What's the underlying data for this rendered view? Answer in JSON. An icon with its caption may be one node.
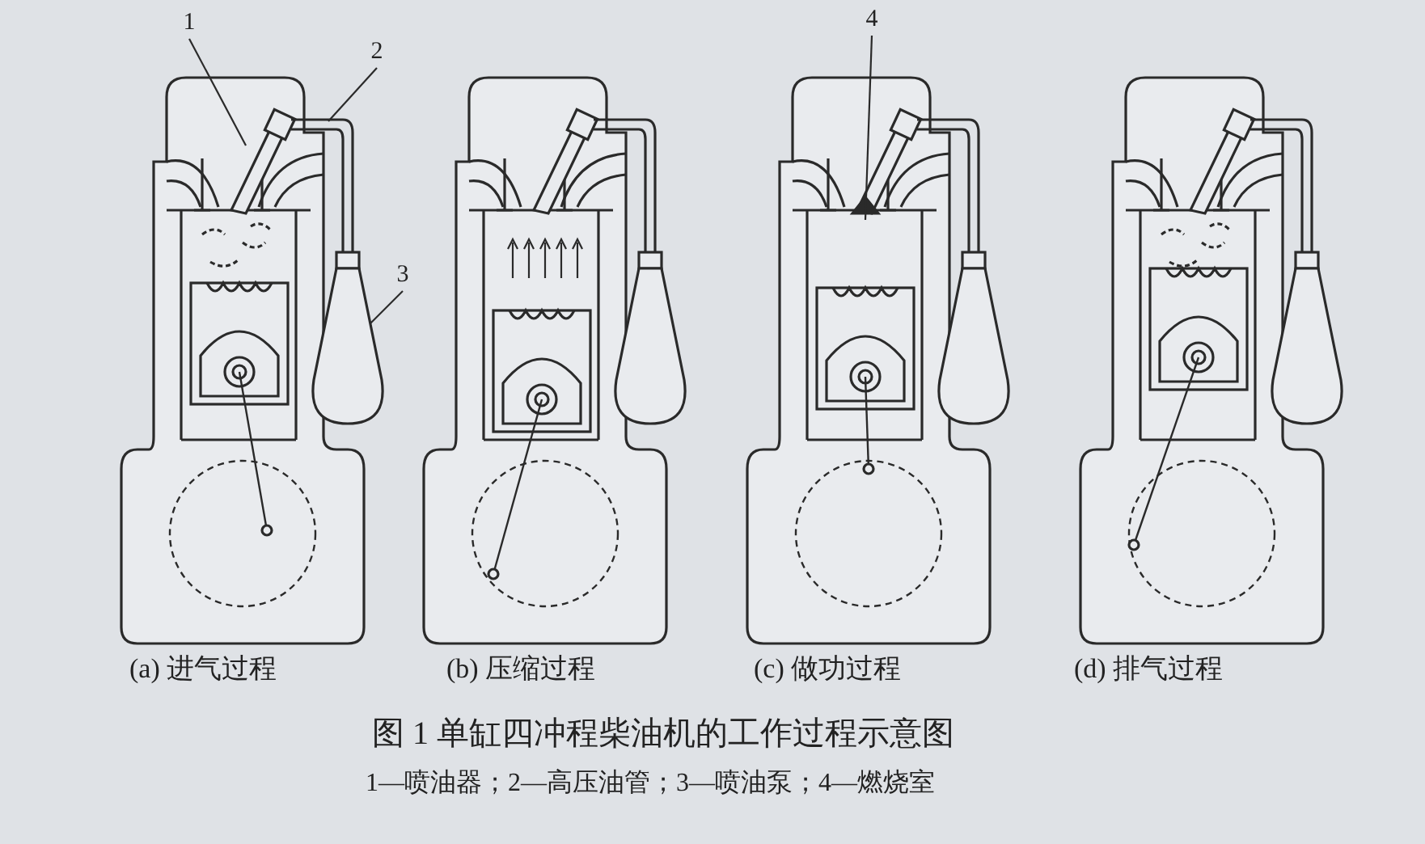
{
  "diagram": {
    "title": "图 1 单缸四冲程柴油机的工作过程示意图",
    "caption": "1—喷油器；2—高压油管；3—喷油泵；4—燃烧室",
    "nodes": [
      {
        "text": [
          "1"
        ]
      },
      {
        "text": [
          "2"
        ]
      },
      {
        "text": [
          "3"
        ]
      },
      {
        "text": [
          "4"
        ]
      }
    ],
    "edges": [
      {
        "from": 0,
        "to": null,
        "arrow": "none"
      },
      {
        "from": 1,
        "to": null,
        "arrow": "none"
      },
      {
        "from": 2,
        "to": null,
        "arrow": "none"
      },
      {
        "from": 3,
        "to": null,
        "arrow": "none"
      }
    ],
    "labels": [
      "(a) 进气过程",
      "(b) 压缩过程",
      "(c) 做功过程",
      "(d) 排气过程"
    ]
  }
}
